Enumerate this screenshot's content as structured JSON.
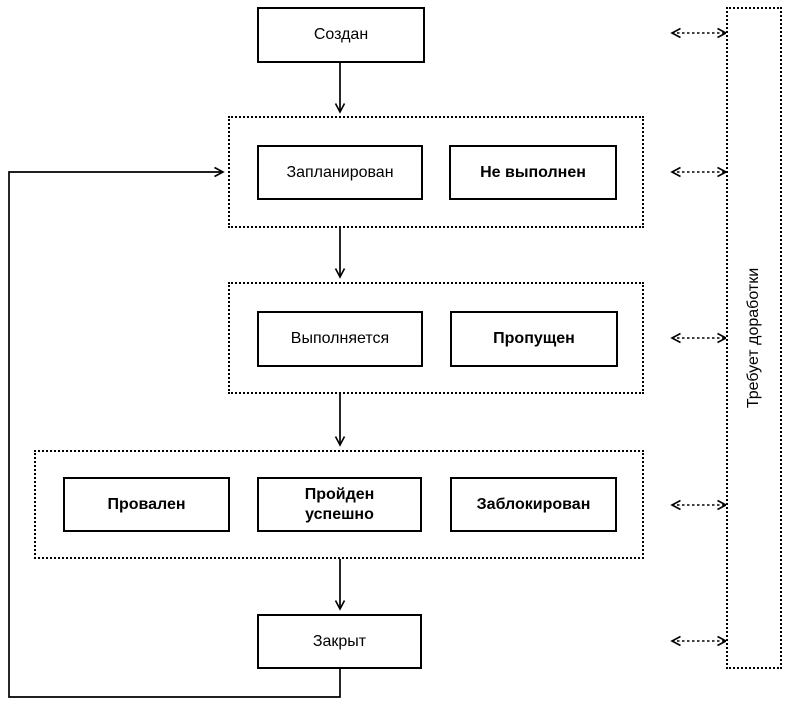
{
  "diagram": {
    "description": "Test status lifecycle flowchart",
    "nodes": {
      "created": {
        "label": "Создан"
      },
      "planned": {
        "label": "Запланирован"
      },
      "not_executed": {
        "label": "Не выполнен"
      },
      "executing": {
        "label": "Выполняется"
      },
      "skipped": {
        "label": "Пропущен"
      },
      "failed": {
        "label": "Провален"
      },
      "passed": {
        "label": "Пройден успешно"
      },
      "blocked": {
        "label": "Заблокирован"
      },
      "closed": {
        "label": "Закрыт"
      },
      "rework_panel": {
        "label": "Требует доработки"
      }
    },
    "colors": {
      "line": "#000000",
      "node_border": "#000000",
      "node_fill": "#ffffff",
      "background": "#ffffff"
    }
  }
}
